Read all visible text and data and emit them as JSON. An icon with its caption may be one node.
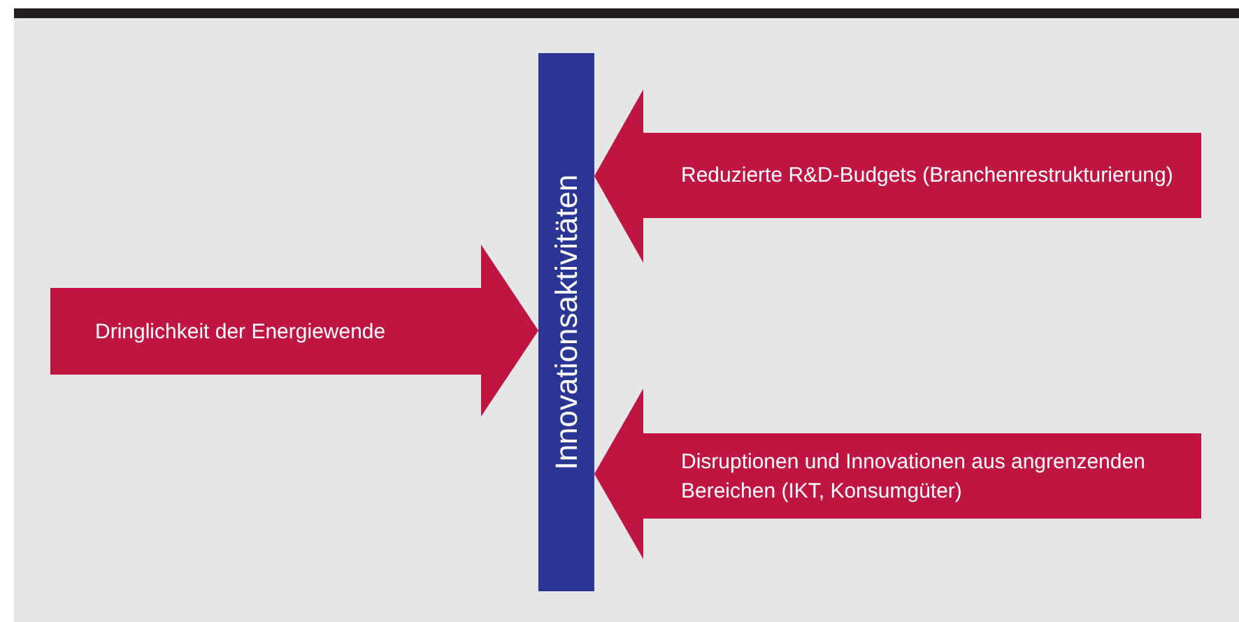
{
  "diagram": {
    "nodes": [
      {
        "text": [
          "Innovationsaktivitäten"
        ]
      },
      {
        "text": [
          "Reduzierte R&D-Budgets (Branchenrestrukturierung)"
        ]
      },
      {
        "text": [
          "Dringlichkeit der Energiewende"
        ]
      },
      {
        "text": [
          "Disruptionen und Innovationen aus angrenzenden Bereichen (IKT, Konsumgüter)"
        ]
      }
    ]
  }
}
